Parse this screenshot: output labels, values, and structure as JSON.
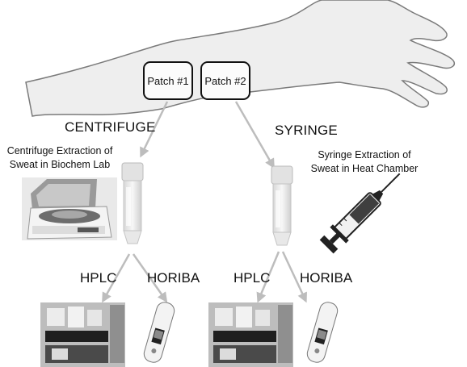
{
  "patches": [
    "Patch #1",
    "Patch #2"
  ],
  "methods": {
    "left": "CENTRIFUGE",
    "right": "SYRINGE"
  },
  "descriptions": {
    "left": [
      "Centrifuge Extraction of",
      "Sweat in Biochem Lab"
    ],
    "right": [
      "Syringe Extraction of",
      "Sweat in Heat Chamber"
    ]
  },
  "assays": {
    "hplc": "HPLC",
    "horiba": "HORIBA"
  },
  "colors": {
    "arm_fill": "#eeeeee",
    "arm_outline": "#7a7a7a",
    "arrow": "#bdbdbd"
  }
}
